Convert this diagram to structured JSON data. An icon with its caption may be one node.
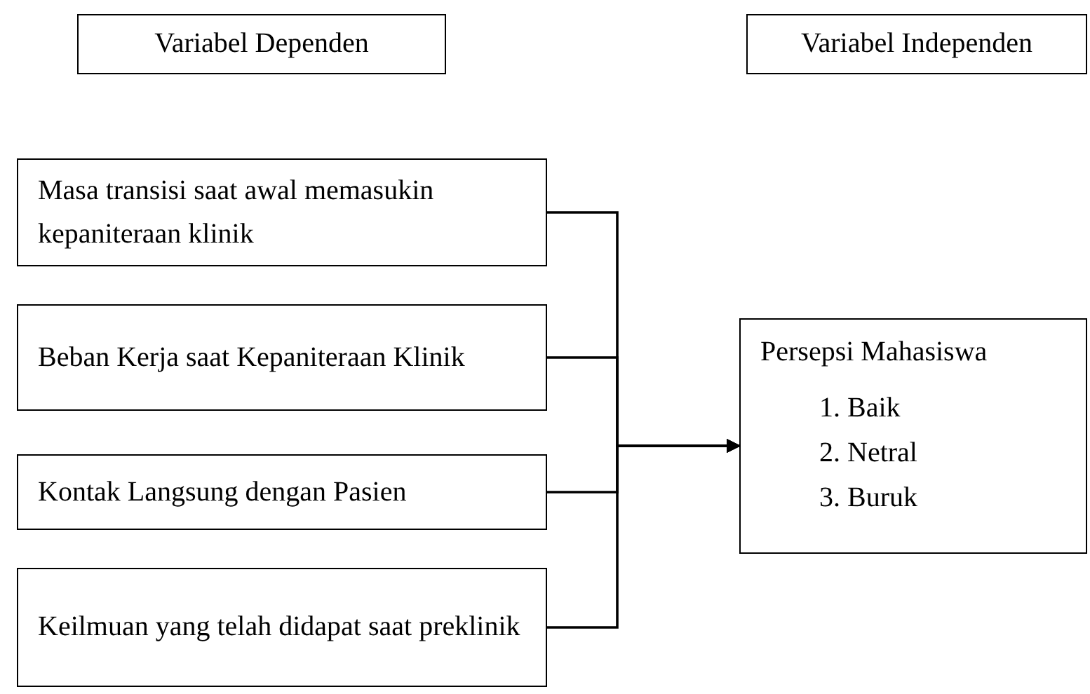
{
  "diagram": {
    "nodes": [
      {
        "text": [
          "Variabel Dependen"
        ]
      },
      {
        "text": [
          "Variabel Independen"
        ]
      },
      {
        "text": [
          "Masa transisi saat awal memasukin kepaniteraan klinik"
        ]
      },
      {
        "text": [
          "Beban Kerja saat Kepaniteraan Klinik"
        ]
      },
      {
        "text": [
          "Kontak Langsung dengan Pasien"
        ]
      },
      {
        "text": [
          "Keilmuan yang telah didapat saat preklinik"
        ]
      },
      {
        "text": [
          "Persepsi Mahasiswa",
          "1. Baik",
          "2. Netral",
          "3. Buruk"
        ]
      }
    ],
    "edges": [
      {
        "from": 2,
        "to": 6,
        "arrow": "to"
      },
      {
        "from": 3,
        "to": 6,
        "arrow": "to"
      },
      {
        "from": 4,
        "to": 6,
        "arrow": "to"
      },
      {
        "from": 5,
        "to": 6,
        "arrow": "to"
      }
    ]
  }
}
